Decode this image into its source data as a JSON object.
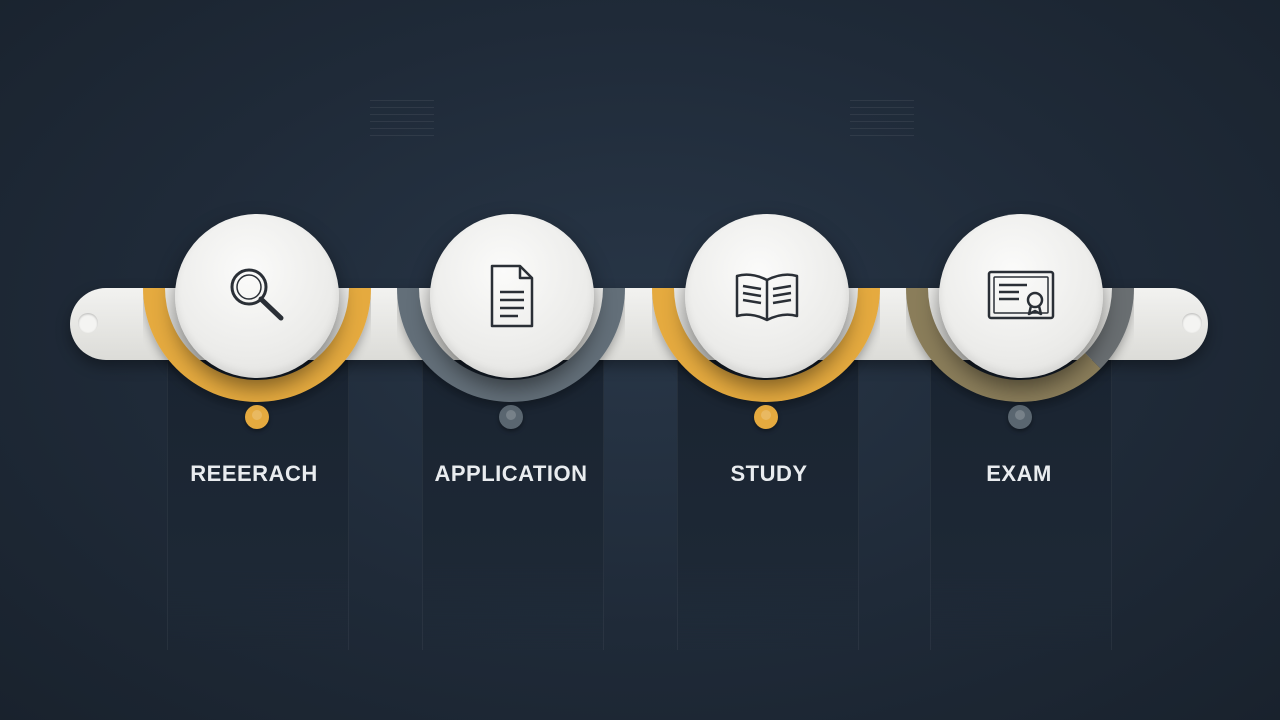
{
  "steps": [
    {
      "title": "REEERACH",
      "icon": "magnifier-icon",
      "ring_color": "#e5aa3f"
    },
    {
      "title": "APPLICATION",
      "icon": "document-icon",
      "ring_color": "#636f79"
    },
    {
      "title": "STUDY",
      "icon": "open-book-icon",
      "ring_color": "#e5aa3f"
    },
    {
      "title": "EXAM",
      "icon": "certificate-icon",
      "ring_color": "#696e71"
    }
  ],
  "colors": {
    "background": "#1f2a38",
    "accent": "#e5aa3f",
    "muted": "#636f79",
    "track": "#eeeeec"
  }
}
